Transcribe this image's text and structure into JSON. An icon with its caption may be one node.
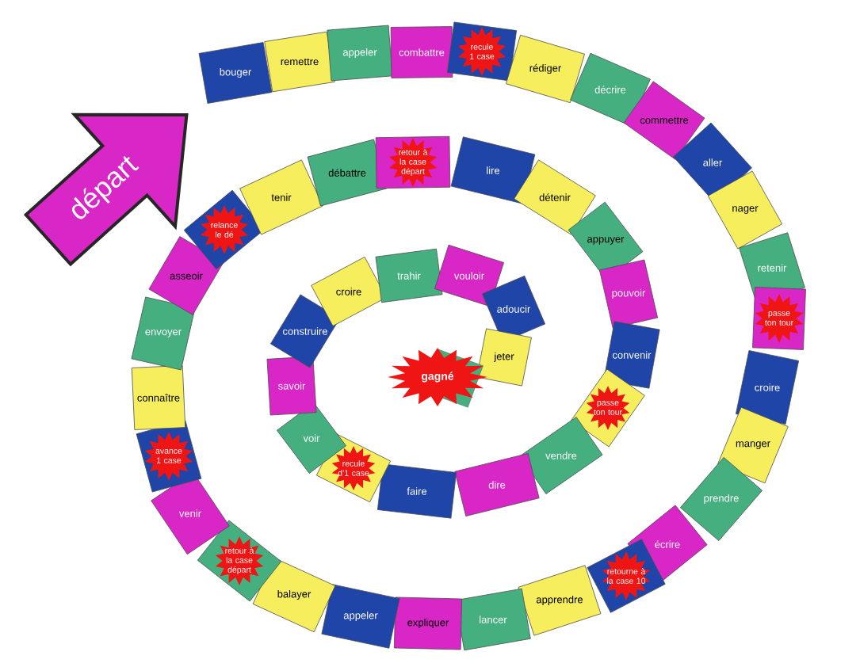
{
  "diagram": {
    "nodes": [
      {
        "text": [
          "départ"
        ]
      },
      {
        "text": [
          "bouger"
        ]
      },
      {
        "text": [
          "remettre"
        ]
      },
      {
        "text": [
          "appeler"
        ]
      },
      {
        "text": [
          "combattre"
        ]
      },
      {
        "text": [
          "recule 1 case"
        ]
      },
      {
        "text": [
          "rédiger"
        ]
      },
      {
        "text": [
          "décrire"
        ]
      },
      {
        "text": [
          "commettre"
        ]
      },
      {
        "text": [
          "aller"
        ]
      },
      {
        "text": [
          "nager"
        ]
      },
      {
        "text": [
          "retenir"
        ]
      },
      {
        "text": [
          "passe ton tour"
        ]
      },
      {
        "text": [
          "croire"
        ]
      },
      {
        "text": [
          "manger"
        ]
      },
      {
        "text": [
          "prendre"
        ]
      },
      {
        "text": [
          "écrire"
        ]
      },
      {
        "text": [
          "retourne à la case 10"
        ]
      },
      {
        "text": [
          "apprendre"
        ]
      },
      {
        "text": [
          "lancer"
        ]
      },
      {
        "text": [
          "expliquer"
        ]
      },
      {
        "text": [
          "appeler"
        ]
      },
      {
        "text": [
          "balayer"
        ]
      },
      {
        "text": [
          "retour à la case départ"
        ]
      },
      {
        "text": [
          "venir"
        ]
      },
      {
        "text": [
          "avance 1 case"
        ]
      },
      {
        "text": [
          "connaître"
        ]
      },
      {
        "text": [
          "envoyer"
        ]
      },
      {
        "text": [
          "asseoir"
        ]
      },
      {
        "text": [
          "relance le dé"
        ]
      },
      {
        "text": [
          "tenir"
        ]
      },
      {
        "text": [
          "débattre"
        ]
      },
      {
        "text": [
          "retour à la case départ"
        ]
      },
      {
        "text": [
          "lire"
        ]
      },
      {
        "text": [
          "détenir"
        ]
      },
      {
        "text": [
          "appuyer"
        ]
      },
      {
        "text": [
          "pouvoir"
        ]
      },
      {
        "text": [
          "convenir"
        ]
      },
      {
        "text": [
          "passe ton tour"
        ]
      },
      {
        "text": [
          "vendre"
        ]
      },
      {
        "text": [
          "dire"
        ]
      },
      {
        "text": [
          "faire"
        ]
      },
      {
        "text": [
          "recule d’1 case"
        ]
      },
      {
        "text": [
          "voir"
        ]
      },
      {
        "text": [
          "savoir"
        ]
      },
      {
        "text": [
          "construire"
        ]
      },
      {
        "text": [
          "croire"
        ]
      },
      {
        "text": [
          "trahir"
        ]
      },
      {
        "text": [
          "vouloir"
        ]
      },
      {
        "text": [
          "adoucir"
        ]
      },
      {
        "text": [
          "jeter"
        ]
      },
      {
        "text": [
          "gagné"
        ]
      }
    ]
  }
}
